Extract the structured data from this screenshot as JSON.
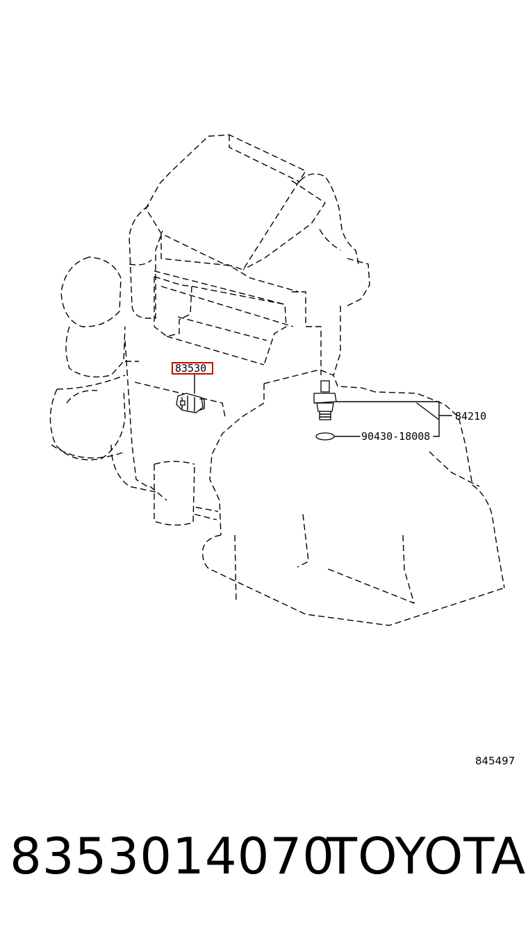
{
  "diagram": {
    "callouts": {
      "knock_sensor": "83530",
      "oil_pressure_switch": "84210",
      "gasket": "90430-18008"
    },
    "illustration_id": "845497"
  },
  "footer": {
    "part_number": "8353014070",
    "brand": "TOYOTA"
  },
  "colors": {
    "highlight": "#d40000",
    "line": "#000000",
    "background": "#ffffff"
  }
}
